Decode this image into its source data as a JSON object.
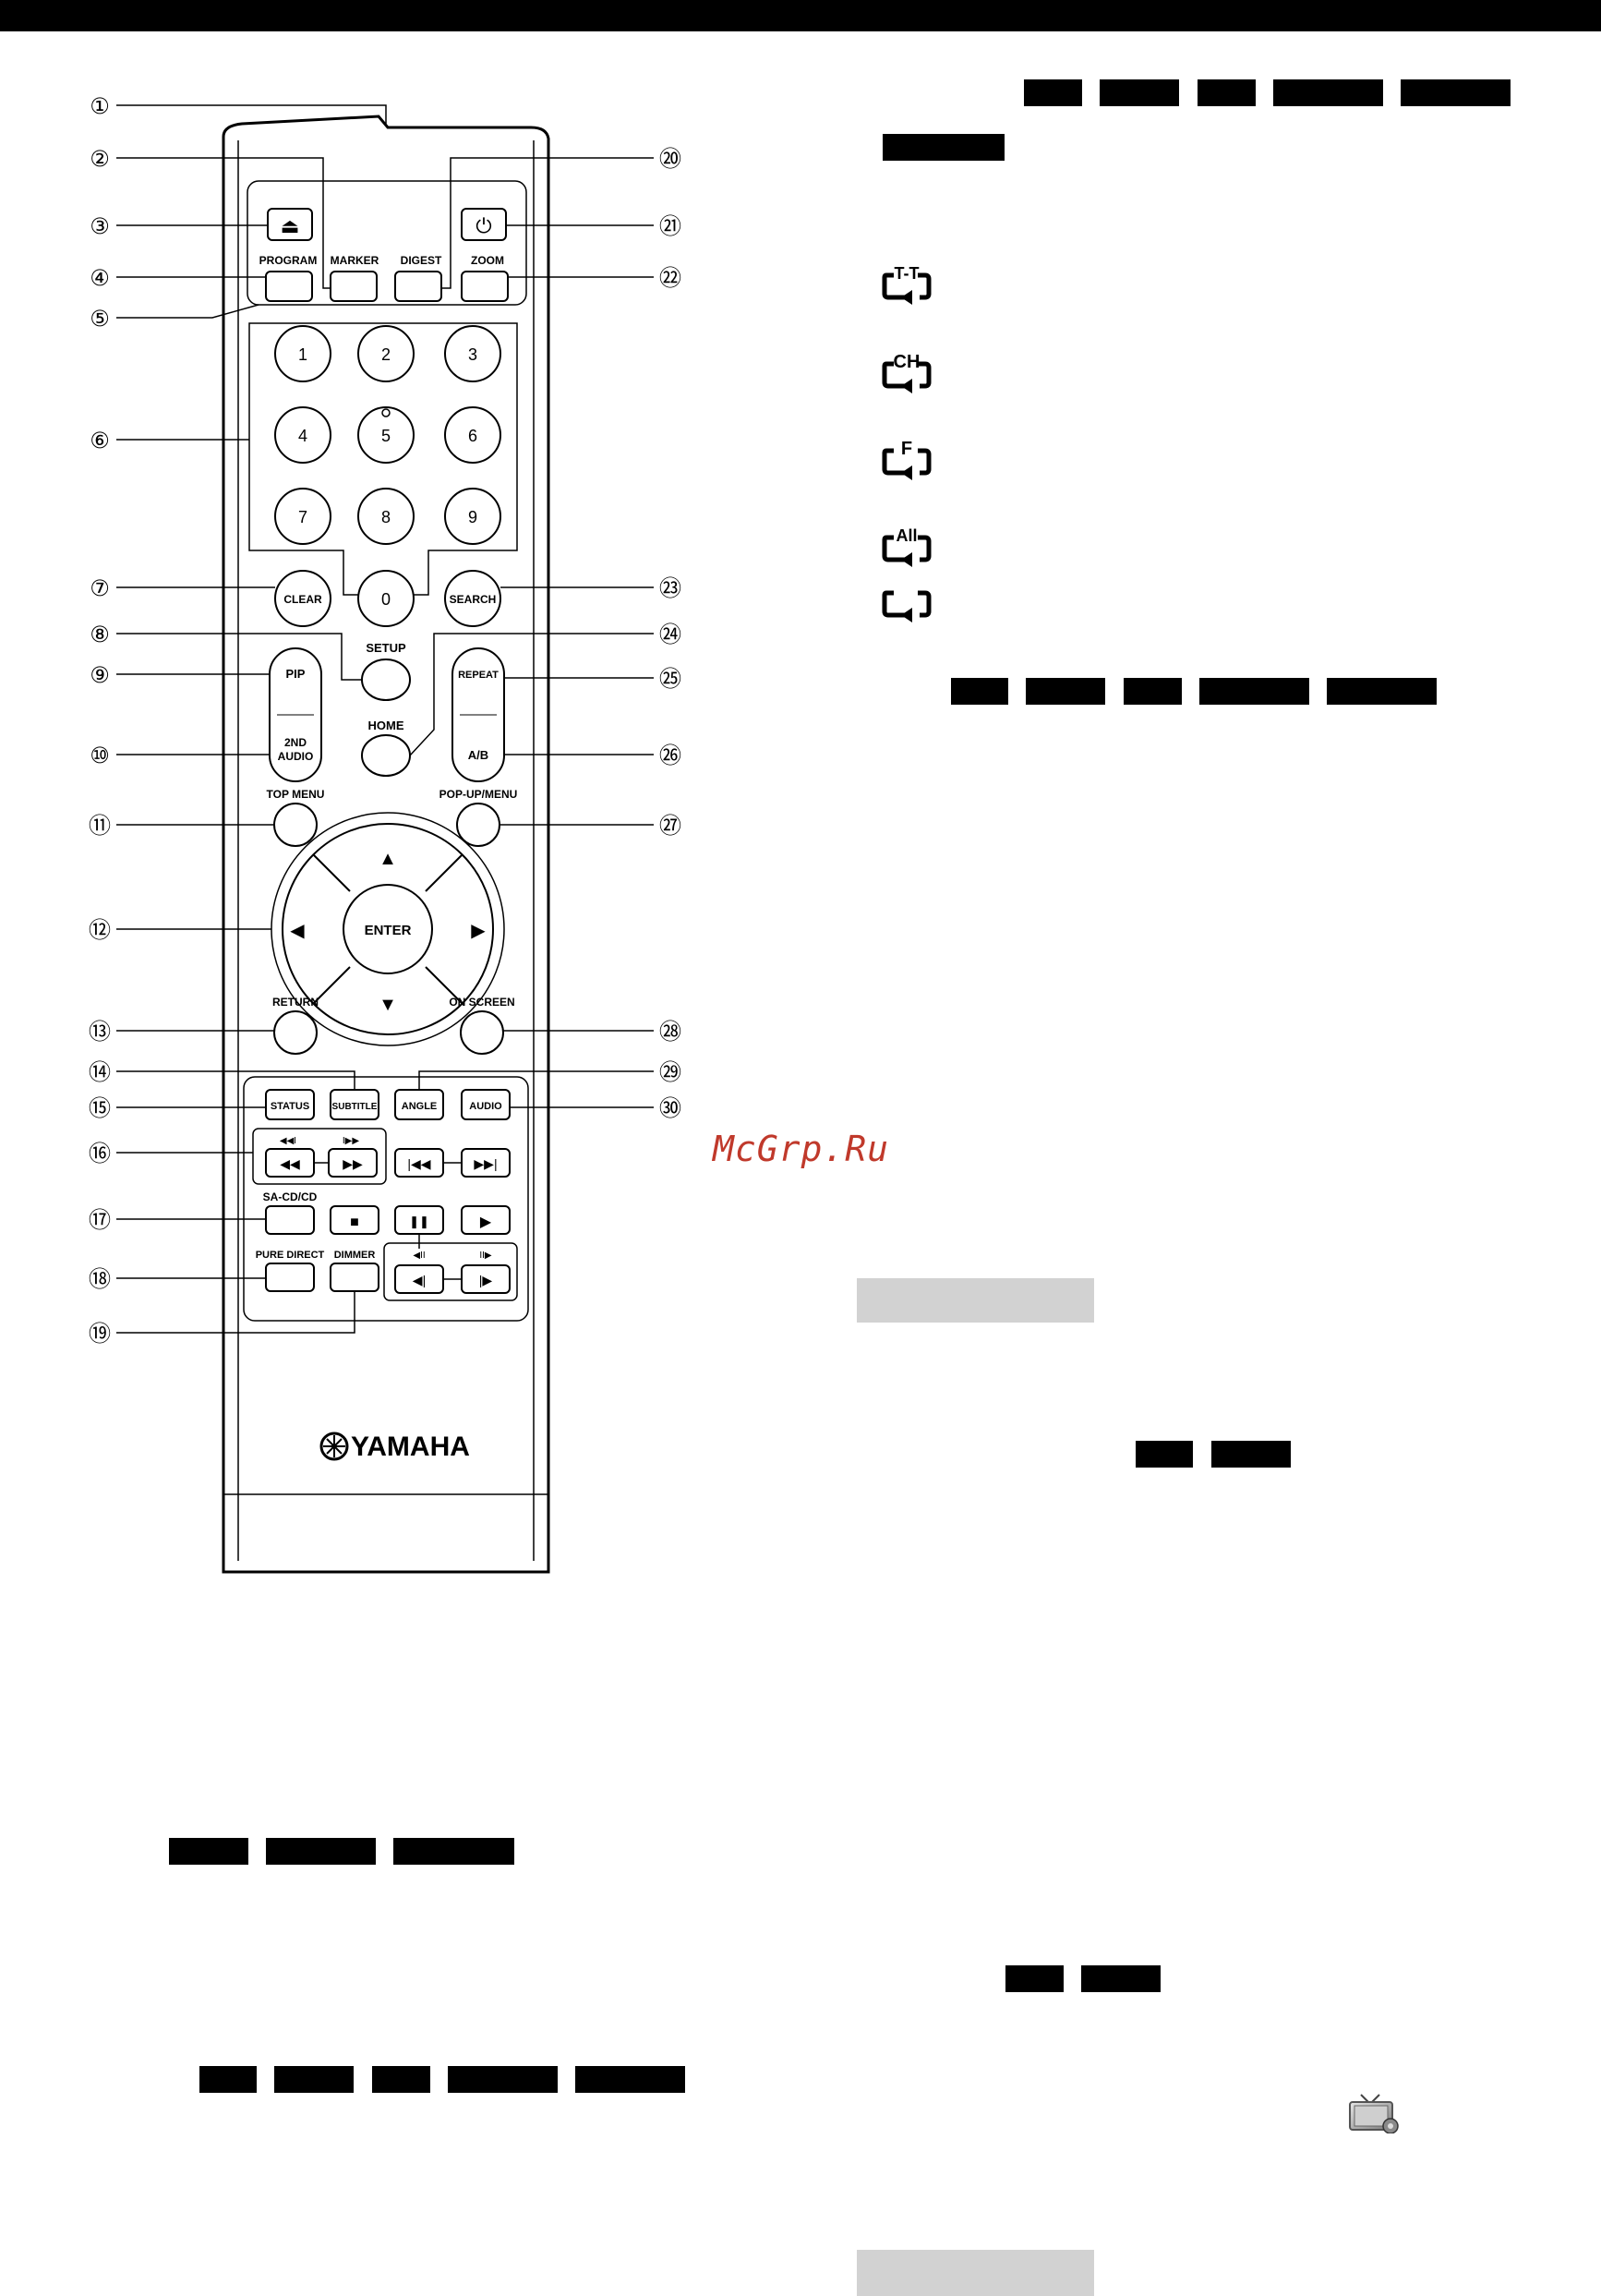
{
  "watermark": "McGrp.Ru",
  "brand": "YAMAHA",
  "remote": {
    "callouts": [
      "①",
      "②",
      "③",
      "④",
      "⑤",
      "⑥",
      "⑦",
      "⑧",
      "⑨",
      "⑩",
      "⑪",
      "⑫",
      "⑬",
      "⑭",
      "⑮",
      "⑯",
      "⑰",
      "⑱",
      "⑲",
      "⑳",
      "㉑",
      "㉒",
      "㉓",
      "㉔",
      "㉕",
      "㉖",
      "㉗",
      "㉘",
      "㉙",
      "㉚"
    ],
    "labels": {
      "program": "PROGRAM",
      "marker": "MARKER",
      "digest": "DIGEST",
      "zoom": "ZOOM",
      "clear": "CLEAR",
      "search": "SEARCH",
      "setup": "SETUP",
      "home": "HOME",
      "pip": "PIP",
      "audio2_line1": "2ND",
      "audio2_line2": "AUDIO",
      "repeat": "REPEAT",
      "ab": "A/B",
      "top_menu": "TOP MENU",
      "popup_menu": "POP-UP/MENU",
      "enter": "ENTER",
      "return": "RETURN",
      "on_screen": "ON SCREEN",
      "status": "STATUS",
      "subtitle": "SUBTITLE",
      "angle": "ANGLE",
      "audio": "AUDIO",
      "sacd": "SA-CD/CD",
      "pure_direct": "PURE DIRECT",
      "dimmer": "DIMMER"
    },
    "digits": [
      "1",
      "2",
      "3",
      "4",
      "5",
      "6",
      "7",
      "8",
      "9",
      "0"
    ],
    "symbols": {
      "eject": "⏏",
      "power": "⏻",
      "up": "▲",
      "down": "▼",
      "left": "◀",
      "right": "▶",
      "rew": "◀◀",
      "ffw": "▶▶",
      "prev": "|◀◀",
      "next": "▶▶|",
      "stop": "■",
      "pause": "❚❚",
      "play": "▶",
      "step_back": "◀|",
      "step_fwd": "|▶",
      "skip_back_label": "◀◀I",
      "skip_fwd_label": "I▶▶",
      "slow_back_label": "◀II",
      "slow_fwd_label": "II▶"
    }
  },
  "repeat_icons": [
    {
      "name": "title-repeat-icon",
      "text": "T-T"
    },
    {
      "name": "chapter-repeat-icon",
      "text": "CH"
    },
    {
      "name": "file-repeat-icon",
      "text": "F"
    },
    {
      "name": "all-repeat-icon",
      "text": "All"
    },
    {
      "name": "repeat-icon",
      "text": ""
    }
  ],
  "tv_icon": "tv-settings-icon"
}
